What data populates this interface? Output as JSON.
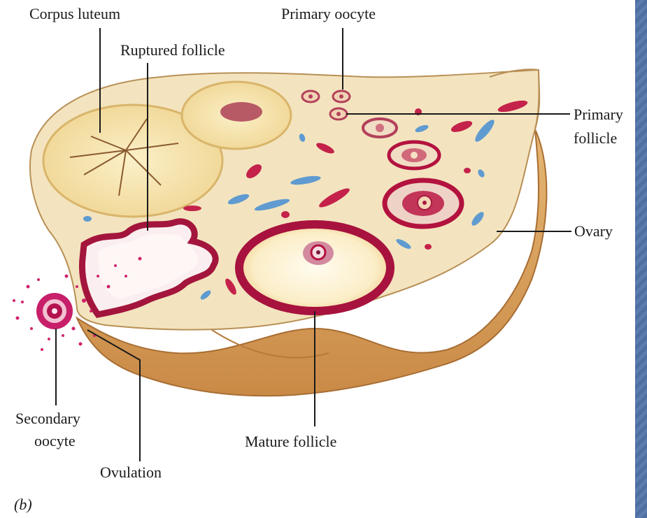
{
  "labels": {
    "corpus_luteum": "Corpus luteum",
    "primary_oocyte": "Primary oocyte",
    "ruptured_follicle": "Ruptured follicle",
    "primary_follicle_line1": "Primary",
    "primary_follicle_line2": "follicle",
    "ovary": "Ovary",
    "secondary_oocyte_line1": "Secondary",
    "secondary_oocyte_line2": "oocyte",
    "mature_follicle": "Mature follicle",
    "ovulation": "Ovulation",
    "figure_letter": "(b)"
  },
  "colors": {
    "tissue": "#f3e4bf",
    "tissue_edge": "#e8cf97",
    "underside": "#d9a45e",
    "underside_dark": "#b77a3c",
    "follicle_red": "#b3123f",
    "vessel_red": "#c4224a",
    "vessel_blue": "#5f9bd0",
    "antrum": "#fdf7e3",
    "leader_line": "#1a1a1a",
    "side_bar": "#4e6fa0"
  }
}
